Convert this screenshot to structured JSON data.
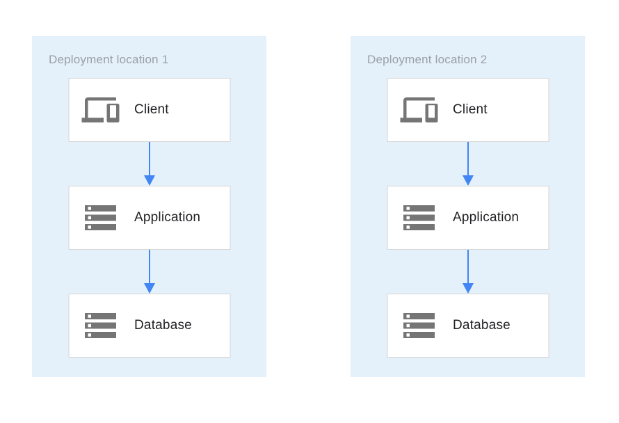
{
  "diagram": {
    "type": "architecture-flow",
    "panels": [
      {
        "title": "Deployment location 1",
        "nodes": [
          {
            "label": "Client",
            "icon": "devices-icon"
          },
          {
            "label": "Application",
            "icon": "storage-icon"
          },
          {
            "label": "Database",
            "icon": "storage-icon"
          }
        ],
        "connections": [
          {
            "from": "Client",
            "to": "Application"
          },
          {
            "from": "Application",
            "to": "Database"
          }
        ]
      },
      {
        "title": "Deployment location 2",
        "nodes": [
          {
            "label": "Client",
            "icon": "devices-icon"
          },
          {
            "label": "Application",
            "icon": "storage-icon"
          },
          {
            "label": "Database",
            "icon": "storage-icon"
          }
        ],
        "connections": [
          {
            "from": "Client",
            "to": "Application"
          },
          {
            "from": "Application",
            "to": "Database"
          }
        ]
      }
    ],
    "colors": {
      "panel_background": "#e4f0fa",
      "node_background": "#ffffff",
      "node_border": "#d6d6d6",
      "title_text": "#9aa0a6",
      "label_text": "#202124",
      "icon": "#757575",
      "arrow": "#4285f4"
    }
  }
}
